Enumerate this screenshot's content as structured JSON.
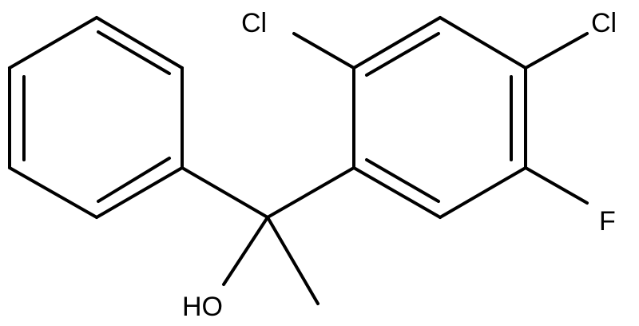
{
  "molecule": {
    "atom_labels": {
      "cl_top_left": "Cl",
      "cl_top_right": "Cl",
      "fluorine": "F",
      "hydroxyl": "HO"
    }
  },
  "colors": {
    "bond": "#000000",
    "label": "#000000",
    "background": "#ffffff"
  }
}
